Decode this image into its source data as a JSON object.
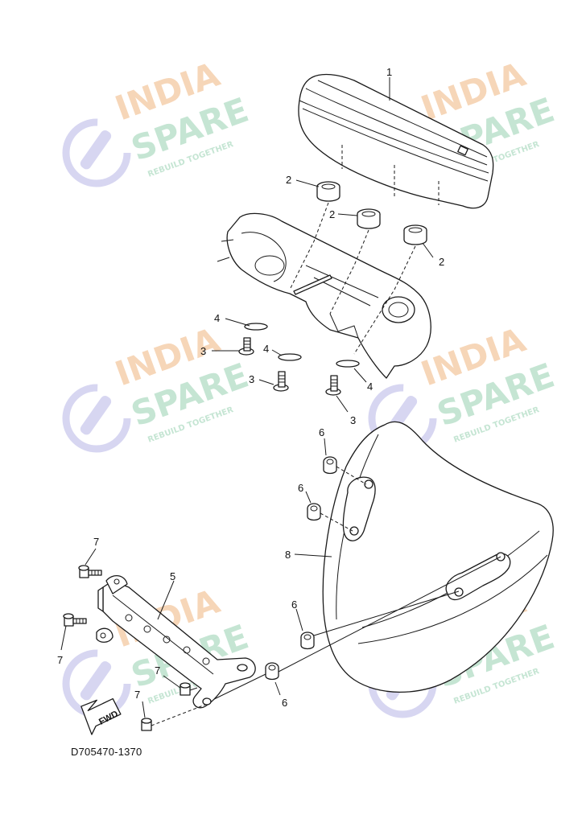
{
  "diagram_code": "D705470-1370",
  "fwd_label": "FWD",
  "watermark": {
    "line1": "INDIA",
    "line2": "SPARE",
    "tagline": "REBUILD TOGETHER",
    "colors": {
      "orange": "#f6d2b1",
      "green": "#bfe3cf",
      "purple": "#d3d2f0"
    }
  },
  "callouts": {
    "c1": "1",
    "c2a": "2",
    "c2b": "2",
    "c2c": "2",
    "c3a": "3",
    "c3b": "3",
    "c3c": "3",
    "c4a": "4",
    "c4b": "4",
    "c4c": "4",
    "c5": "5",
    "c6a": "6",
    "c6b": "6",
    "c6c": "6",
    "c6d": "6",
    "c7a": "7",
    "c7b": "7",
    "c7c": "7",
    "c7d": "7",
    "c8": "8"
  }
}
